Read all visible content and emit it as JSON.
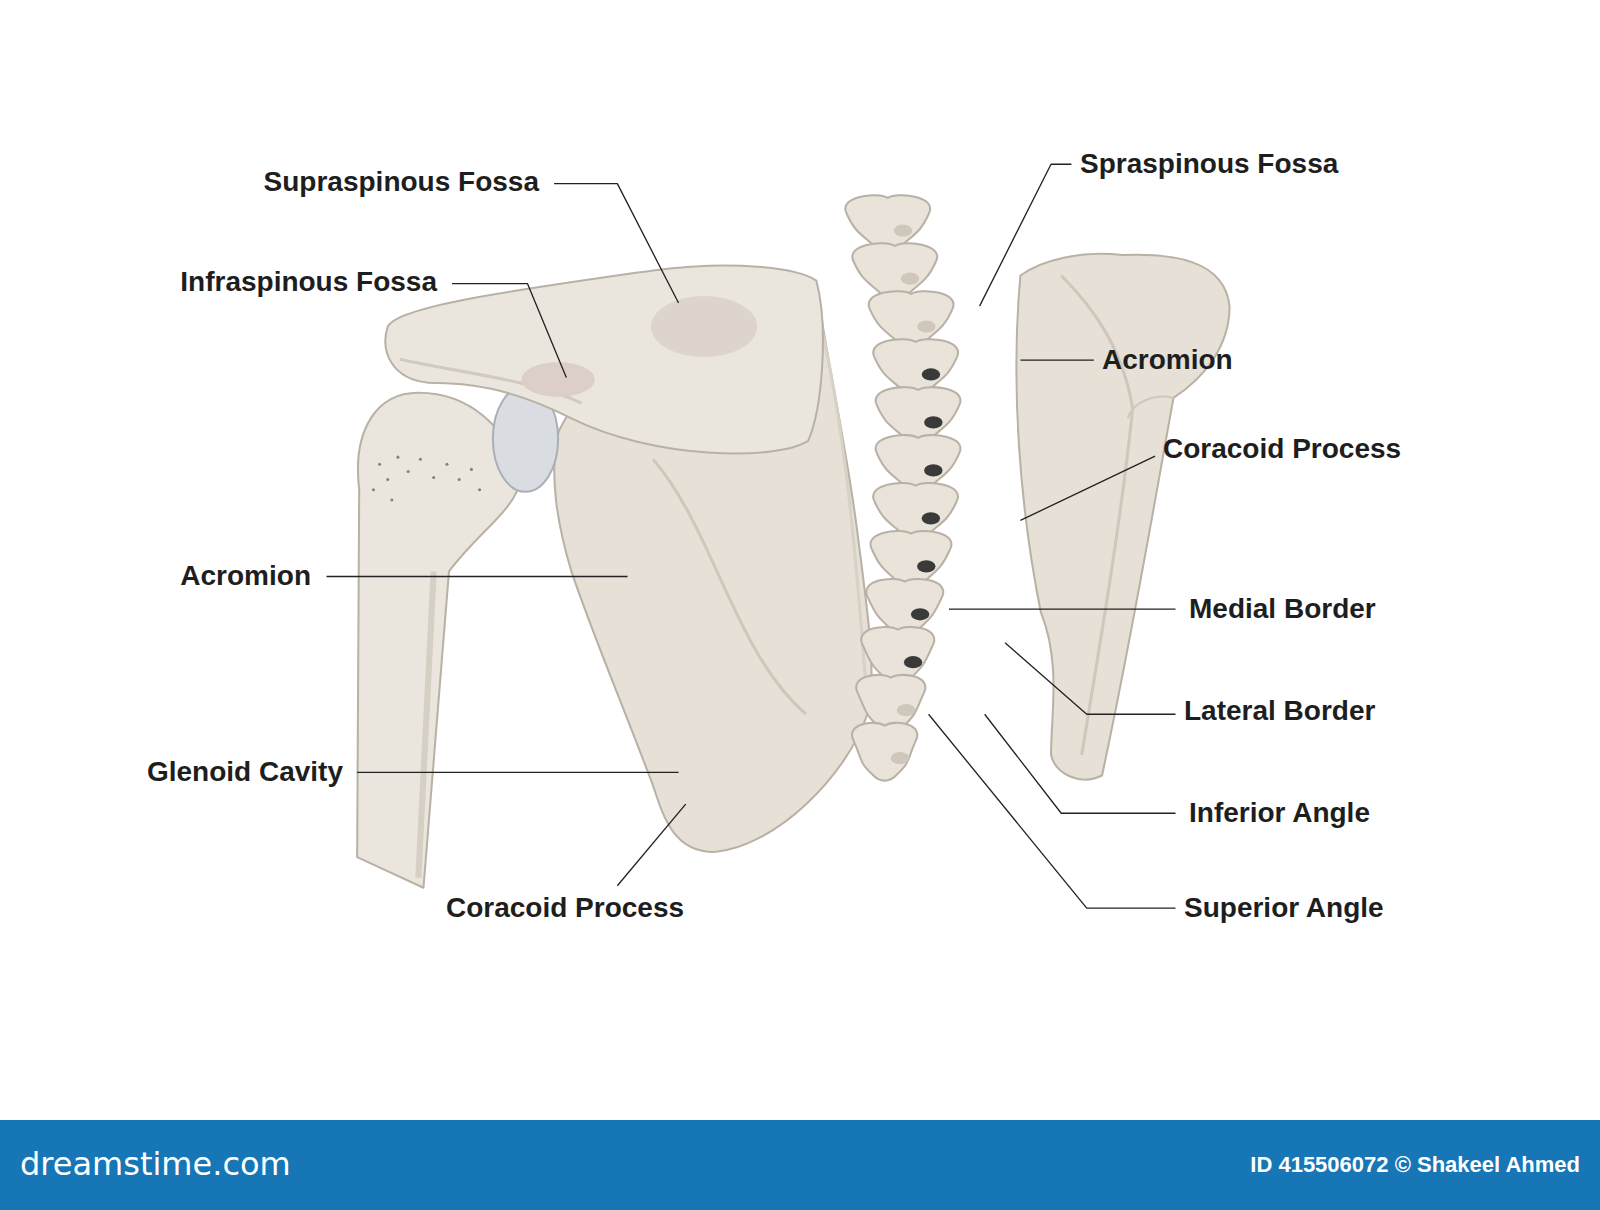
{
  "diagram": {
    "labels": [
      "Supraspinous Fossa",
      "Infraspinous Fossa",
      "Acromion",
      "Glenoid Cavity",
      "Coracoid Process",
      "Spraspinous Fossa",
      "Acromion",
      "Coracoid Process",
      "Medial Border",
      "Lateral Border",
      "Inferior Angle",
      "Superior Angle",
      "dreamstime.com",
      "ID 415506072 © Shakeel Ahmed"
    ]
  }
}
